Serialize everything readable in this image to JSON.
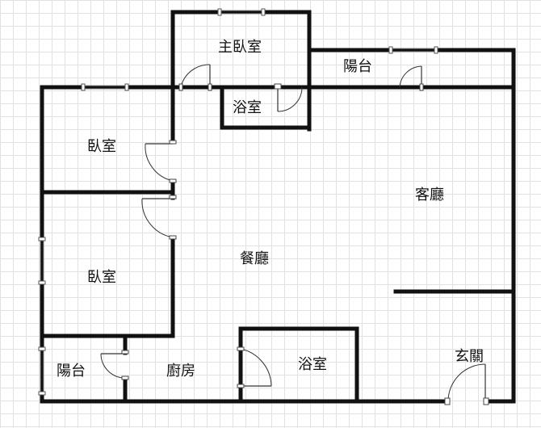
{
  "rooms": {
    "master_bedroom": "主臥室",
    "balcony_top": "陽台",
    "bathroom_master": "浴室",
    "bedroom_upper": "臥室",
    "living_room": "客廳",
    "dining_room": "餐廳",
    "bedroom_lower": "臥室",
    "balcony_bottom": "陽台",
    "kitchen": "廚房",
    "bathroom_main": "浴室",
    "entrance": "玄關"
  },
  "colors": {
    "wall": "#111111",
    "grid": "#e2e2e2",
    "background": "#ffffff"
  }
}
